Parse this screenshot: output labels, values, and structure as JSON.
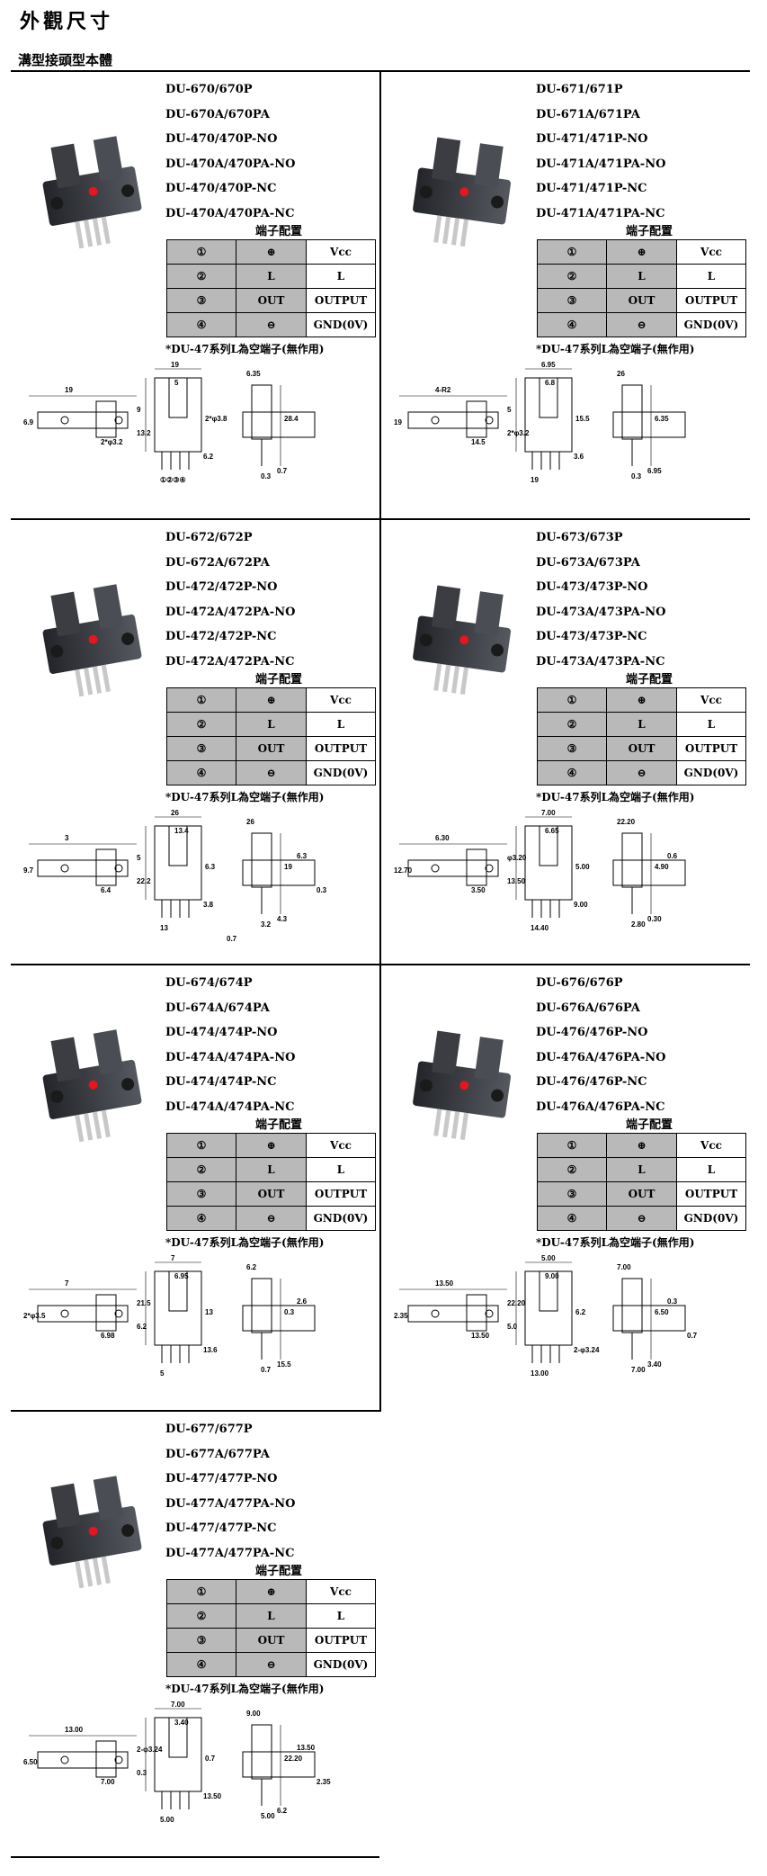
{
  "page": {
    "title": "外觀尺寸",
    "subtitle": "溝型接頭型本體",
    "pin_table_title": "端子配置",
    "note": "*DU-47系列L為空端子(無作用)"
  },
  "pins": [
    {
      "no": "①",
      "sym": "⊕",
      "label": "Vcc"
    },
    {
      "no": "②",
      "sym": "L",
      "label": "L"
    },
    {
      "no": "③",
      "sym": "OUT",
      "label": "OUTPUT"
    },
    {
      "no": "④",
      "sym": "⊖",
      "label": "GND(0V)"
    }
  ],
  "products": [
    {
      "models": [
        "DU-670/670P",
        "DU-670A/670PA",
        "DU-470/470P-NO",
        "DU-470A/470PA-NO",
        "DU-470/470P-NC",
        "DU-470A/470PA-NC"
      ],
      "dims": {
        "a": "19",
        "b": "6.9",
        "c": "2*φ3.2",
        "d": "19",
        "e": "5",
        "f": "9",
        "g": "13.2",
        "h": "2*φ3.8",
        "i": "6.2",
        "j": "①②③④",
        "k": "6.35",
        "l": "28.4",
        "m": "0.3",
        "n": "0.7"
      }
    },
    {
      "models": [
        "DU-671/671P",
        "DU-671A/671PA",
        "DU-471/471P-NO",
        "DU-471A/471PA-NO",
        "DU-471/471P-NC",
        "DU-471A/471PA-NC"
      ],
      "dims": {
        "a": "4-R2",
        "b": "19",
        "c": "14.5",
        "d": "6.95",
        "e": "6.8",
        "f": "5",
        "g": "2*φ3.2",
        "h": "15.5",
        "i": "3.6",
        "j": "19",
        "k": "26",
        "l": "6.35",
        "m": "0.3",
        "n": "6.95"
      }
    },
    {
      "models": [
        "DU-672/672P",
        "DU-672A/672PA",
        "DU-472/472P-NO",
        "DU-472A/472PA-NO",
        "DU-472/472P-NC",
        "DU-472A/472PA-NC"
      ],
      "dims": {
        "a": "3",
        "b": "9.7",
        "c": "6.4",
        "d": "26",
        "e": "13.4",
        "f": "5",
        "g": "22.2",
        "h": "6.3",
        "i": "3.8",
        "j": "13",
        "k": "26",
        "l": "19",
        "m": "3.2",
        "n": "4.3",
        "o": "6.3",
        "p": "0.3",
        "q": "0.7"
      }
    },
    {
      "models": [
        "DU-673/673P",
        "DU-673A/673PA",
        "DU-473/473P-NO",
        "DU-473A/473PA-NO",
        "DU-473/473P-NC",
        "DU-473A/473PA-NC"
      ],
      "dims": {
        "a": "6.30",
        "b": "12.70",
        "c": "3.50",
        "d": "7.00",
        "e": "6.65",
        "f": "φ3.20",
        "g": "13.50",
        "h": "5.00",
        "i": "9.00",
        "j": "14.40",
        "k": "22.20",
        "l": "4.90",
        "m": "2.80",
        "n": "0.30",
        "o": "0.6"
      }
    },
    {
      "models": [
        "DU-674/674P",
        "DU-674A/674PA",
        "DU-474/474P-NO",
        "DU-474A/474PA-NO",
        "DU-474/474P-NC",
        "DU-474A/474PA-NC"
      ],
      "dims": {
        "a": "7",
        "b": "2*φ3.5",
        "c": "6.98",
        "d": "7",
        "e": "6.95",
        "f": "21.5",
        "g": "6.2",
        "h": "13",
        "i": "13.6",
        "j": "5",
        "k": "6.2",
        "l": "0.3",
        "m": "0.7",
        "n": "15.5",
        "o": "2.6"
      }
    },
    {
      "models": [
        "DU-676/676P",
        "DU-676A/676PA",
        "DU-476/476P-NO",
        "DU-476A/476PA-NO",
        "DU-476/476P-NC",
        "DU-476A/476PA-NC"
      ],
      "dims": {
        "a": "13.50",
        "b": "2.35",
        "c": "13.50",
        "d": "5.00",
        "e": "9.00",
        "f": "22.20",
        "g": "5.0",
        "h": "6.2",
        "i": "2-φ3.24",
        "j": "13.00",
        "k": "7.00",
        "l": "6.50",
        "m": "7.00",
        "n": "3.40",
        "o": "0.3",
        "p": "0.7"
      }
    },
    {
      "models": [
        "DU-677/677P",
        "DU-677A/677PA",
        "DU-477/477P-NO",
        "DU-477A/477PA-NO",
        "DU-477/477P-NC",
        "DU-477A/477PA-NC"
      ],
      "dims": {
        "a": "13.00",
        "b": "6.50",
        "c": "7.00",
        "d": "7.00",
        "e": "3.40",
        "f": "2-φ3.24",
        "g": "0.3",
        "h": "0.7",
        "i": "13.50",
        "j": "5.00",
        "k": "9.00",
        "l": "22.20",
        "m": "5.00",
        "n": "6.2",
        "o": "13.50",
        "p": "2.35"
      }
    }
  ],
  "colors": {
    "pin_cell": "#b9b9b9",
    "led": "#e8141e",
    "body": "#3b3d42"
  }
}
